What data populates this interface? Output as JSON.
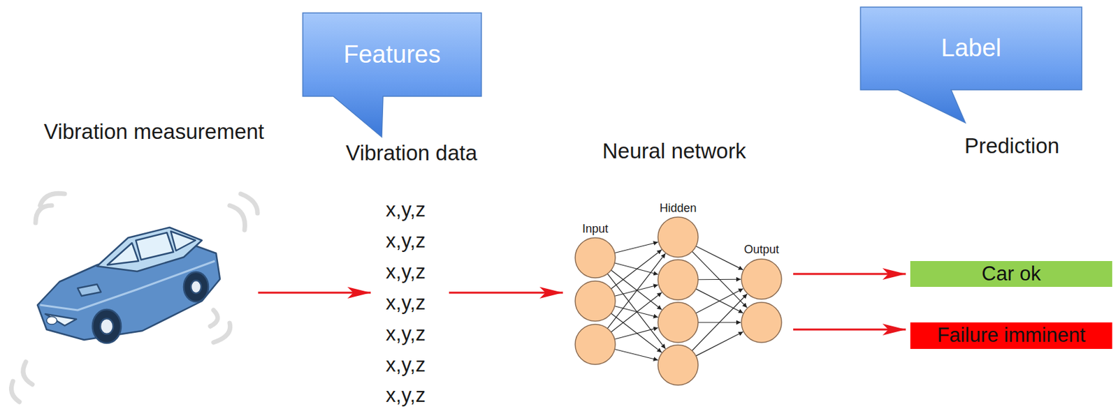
{
  "diagram": {
    "nodes": [
      {
        "text": [
          "Features"
        ]
      },
      {
        "text": [
          "Label"
        ]
      },
      {
        "text": [
          "Car ok"
        ]
      },
      {
        "text": [
          "Failure imminent"
        ]
      }
    ],
    "labels": [
      "Vibration measurement",
      "Vibration data",
      "x,y,z",
      "x,y,z",
      "x,y,z",
      "x,y,z",
      "x,y,z",
      "x,y,z",
      "x,y,z",
      "Neural network",
      "Input",
      "Hidden",
      "Output",
      "Prediction"
    ]
  }
}
